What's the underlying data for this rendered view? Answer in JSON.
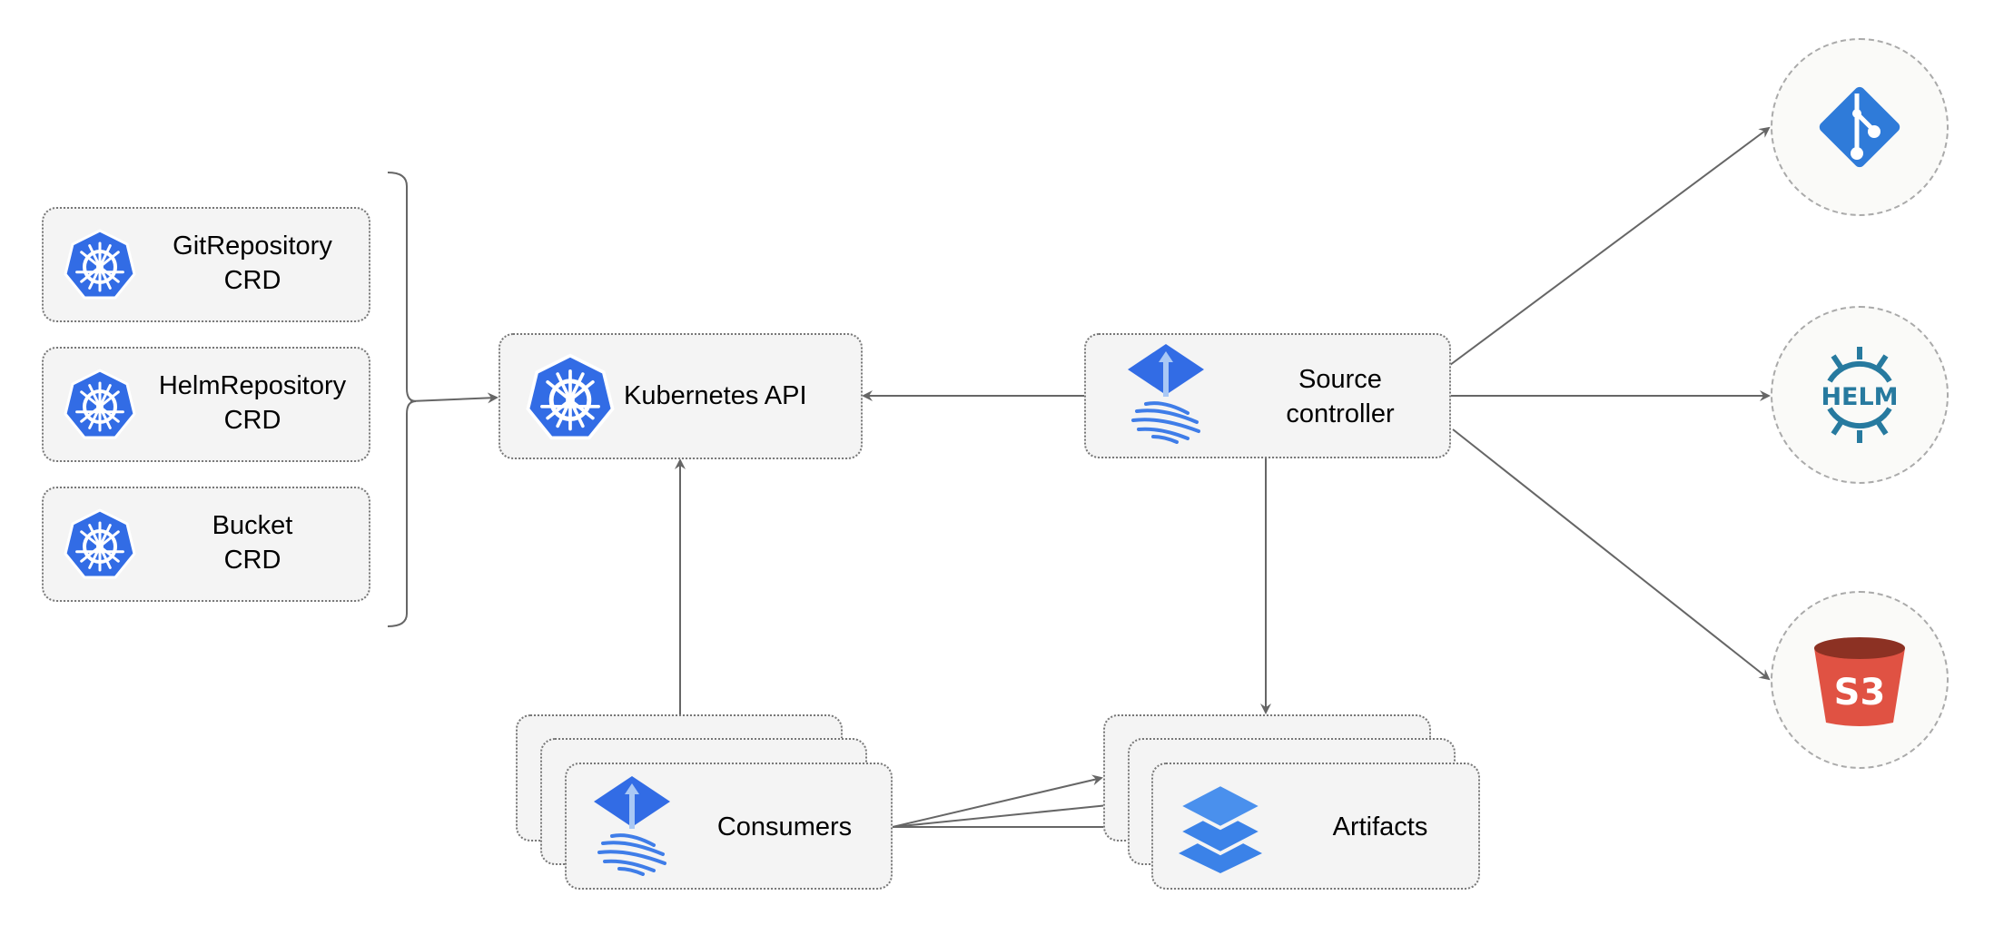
{
  "crds": [
    {
      "line1": "GitRepository",
      "line2": "CRD"
    },
    {
      "line1": "HelmRepository",
      "line2": "CRD"
    },
    {
      "line1": "Bucket",
      "line2": "CRD"
    }
  ],
  "kubernetes_api": {
    "label": "Kubernetes API"
  },
  "source_controller": {
    "line1": "Source",
    "line2": "controller"
  },
  "consumers": {
    "label": "Consumers"
  },
  "artifacts": {
    "label": "Artifacts"
  },
  "sources": {
    "git": "git-icon",
    "helm": "HELM",
    "s3": "S3"
  },
  "colors": {
    "kubernetes_blue": "#326ce5",
    "git_blue": "#2f7bd9",
    "helm_teal": "#277a9f",
    "s3_red": "#e05243",
    "s3_dark": "#8c3123",
    "arrow": "#666666"
  }
}
